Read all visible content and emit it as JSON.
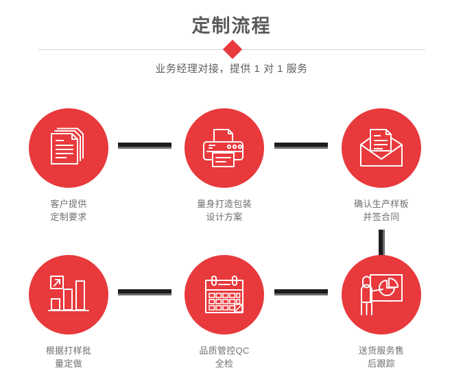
{
  "header": {
    "title": "定制流程",
    "subtitle": "业务经理对接，提供 1 对 1 服务",
    "divider_icon": "diamond-icon"
  },
  "theme": {
    "accent_red": "#E8393C",
    "title_gray": "#5A5A5A",
    "caption_gray": "#6E6E6E",
    "connector_dark": "#1D1D1D",
    "connector_shadow": "#6B6B6B",
    "divider_gray": "#D8D8D8",
    "background": "#FFFFFF"
  },
  "steps": [
    {
      "id": 1,
      "icon": "documents-stack-icon",
      "caption_line1": "客户提供",
      "caption_line2": "定制要求"
    },
    {
      "id": 2,
      "icon": "printer-icon",
      "caption_line1": "量身打造包装",
      "caption_line2": "设计方案"
    },
    {
      "id": 3,
      "icon": "envelope-document-icon",
      "caption_line1": "确认生产样板",
      "caption_line2": "并签合同"
    },
    {
      "id": 4,
      "icon": "bar-chart-growth-icon",
      "caption_line1": "根据打样批",
      "caption_line2": "量定做"
    },
    {
      "id": 5,
      "icon": "calendar-icon",
      "caption_line1": "品质管控QC",
      "caption_line2": "全检"
    },
    {
      "id": 6,
      "icon": "presentation-person-icon",
      "caption_line1": "送货服务售",
      "caption_line2": "后跟踪"
    }
  ],
  "connectors": [
    {
      "id": 1,
      "orientation": "horizontal",
      "from_step": 1,
      "to_step": 2
    },
    {
      "id": 2,
      "orientation": "horizontal",
      "from_step": 2,
      "to_step": 3
    },
    {
      "id": 3,
      "orientation": "vertical",
      "from_step": 3,
      "to_step": 6
    },
    {
      "id": 4,
      "orientation": "horizontal",
      "from_step": 4,
      "to_step": 5
    },
    {
      "id": 5,
      "orientation": "horizontal",
      "from_step": 5,
      "to_step": 6
    }
  ]
}
